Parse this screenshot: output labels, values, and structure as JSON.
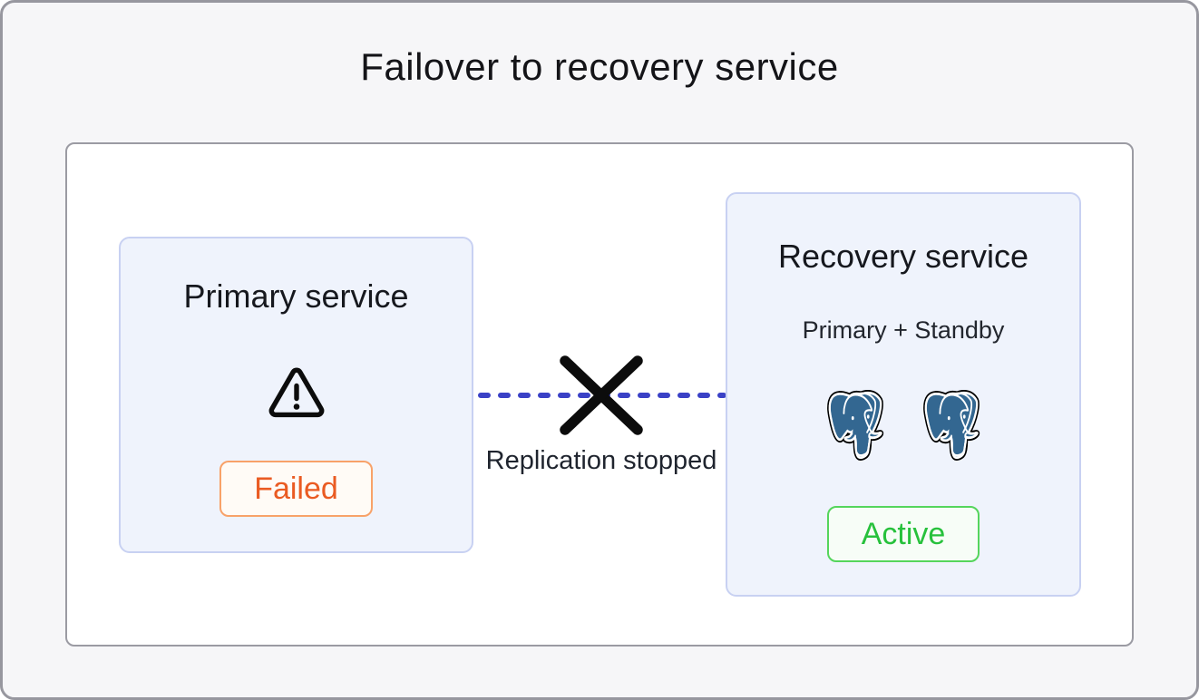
{
  "title": "Failover to recovery service",
  "primary_node": {
    "title": "Primary service",
    "icon": "warning-triangle-icon",
    "status_label": "Failed"
  },
  "connector": {
    "label": "Replication stopped",
    "icon": "x-cross-icon",
    "style": "dashed"
  },
  "recovery_node": {
    "title": "Recovery service",
    "subtitle": "Primary + Standby",
    "icons": [
      "postgresql-elephant-icon",
      "postgresql-elephant-icon"
    ],
    "status_label": "Active"
  },
  "colors": {
    "card_background": "#f6f6f8",
    "card_border": "#97979f",
    "panel_background": "#ffffff",
    "panel_border": "#9b9ba3",
    "node_background": "#eff3fc",
    "node_border": "#c8d1f2",
    "failed_text": "#ea5b22",
    "failed_border": "#f8a269",
    "failed_background": "#fffbf6",
    "active_text": "#27c13c",
    "active_border": "#55d55c",
    "active_background": "#f7fdf7",
    "replication_line": "#3a41c6",
    "x_cross": "#0c0c0c",
    "postgres_blue": "#336791"
  }
}
